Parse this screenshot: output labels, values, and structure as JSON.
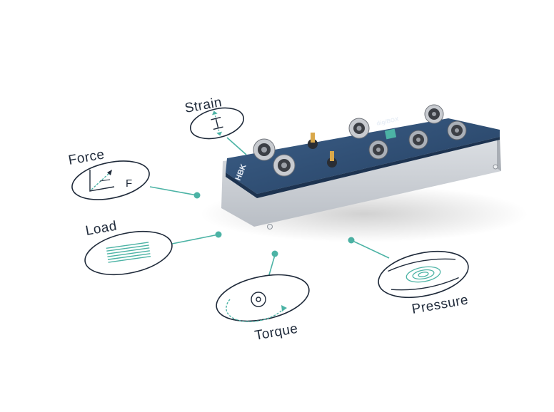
{
  "sensors": [
    {
      "id": "strain",
      "label": "Strain",
      "icon": "strain-icon"
    },
    {
      "id": "force",
      "label": "Force",
      "icon": "force-icon",
      "symbol": "F"
    },
    {
      "id": "load",
      "label": "Load",
      "icon": "load-icon"
    },
    {
      "id": "torque",
      "label": "Torque",
      "icon": "torque-icon"
    },
    {
      "id": "pressure",
      "label": "Pressure",
      "icon": "pressure-icon"
    }
  ],
  "device": {
    "brand": "HBK",
    "model": "digiBOX"
  },
  "colors": {
    "accent": "#4cb3a5",
    "outline": "#1f2a3a",
    "lid": "#33527a",
    "body": "#cfd3d8"
  }
}
